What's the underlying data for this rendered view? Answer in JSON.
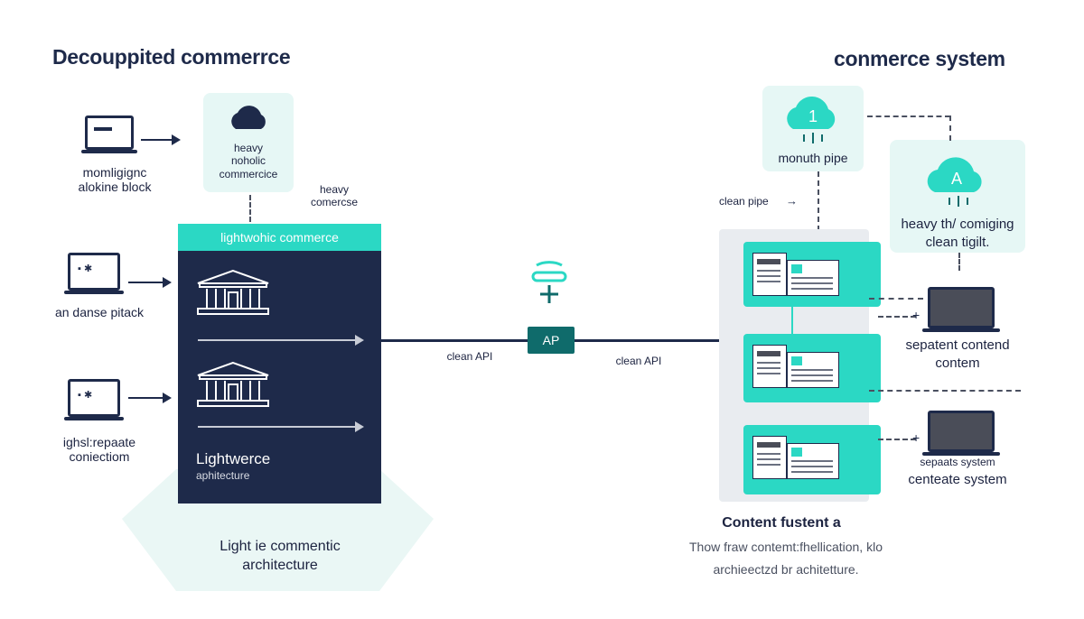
{
  "titles": {
    "left": "Decouppited commerrce",
    "right": "conmerce system"
  },
  "left_clients": [
    {
      "label": "momligignc\nalokine block"
    },
    {
      "label": "an danse pitack"
    },
    {
      "label": "ighsl:repaate\nconiectiom"
    }
  ],
  "top_card": {
    "label": "heavy\nnoholic\ncommercice"
  },
  "floating_label": "heavy\ncomercse",
  "center_block": {
    "header": "lightwohic commerce",
    "title": "Lightwerce",
    "subtitle": "aphitecture"
  },
  "hexagon_label": "Light ie commentic\narchitecture",
  "api": {
    "node_label": "AP",
    "left_link_label": "clean API",
    "right_link_label": "clean API"
  },
  "right_clouds": {
    "cloud1": {
      "glyph": "1",
      "label": "monuth pipe"
    },
    "cloud2": {
      "glyph": "A",
      "label": "heavy th/ comiging\nclean tigilt."
    }
  },
  "clean_pipe_label": "clean pipe",
  "right_outputs": [
    {
      "label": "sepatent contend\ncontem"
    },
    {
      "label": "sepaats system",
      "sublabel": "centeate system"
    }
  ],
  "bottom_right": {
    "heading": "Content fustent a",
    "line1": "Thow fraw contemt:fhellication, klo",
    "line2": "archieectzd br achitetture."
  },
  "colors": {
    "navy": "#1e2a4a",
    "teal": "#2bd8c4",
    "mint": "#e6f7f5",
    "api_node": "#0f6b6b"
  },
  "icons": [
    "laptop-icon",
    "cloud-icon",
    "bank-building-icon",
    "wifi-signal-icon",
    "document-icon"
  ]
}
